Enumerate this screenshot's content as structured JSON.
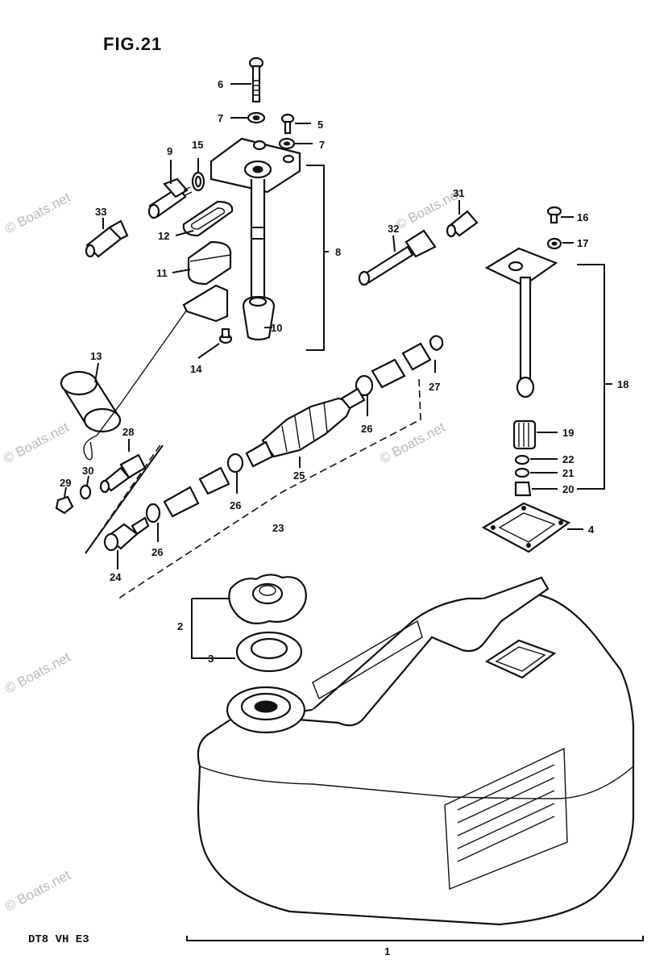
{
  "figure": {
    "title": "FIG.21",
    "model": "DT8 VH E3"
  },
  "watermark": "© Boats.net",
  "callouts": {
    "c1": "1",
    "c2": "2",
    "c3": "3",
    "c4": "4",
    "c5": "5",
    "c6": "6",
    "c7a": "7",
    "c7b": "7",
    "c8": "8",
    "c9": "9",
    "c10": "10",
    "c11": "11",
    "c12": "12",
    "c13": "13",
    "c14": "14",
    "c15": "15",
    "c16": "16",
    "c17": "17",
    "c18": "18",
    "c19": "19",
    "c20": "20",
    "c21": "21",
    "c22": "22",
    "c23": "23",
    "c24": "24",
    "c25": "25",
    "c26a": "26",
    "c26b": "26",
    "c26c": "26",
    "c27": "27",
    "c28": "28",
    "c29": "29",
    "c30": "30",
    "c31": "31",
    "c32": "32",
    "c33": "33"
  }
}
